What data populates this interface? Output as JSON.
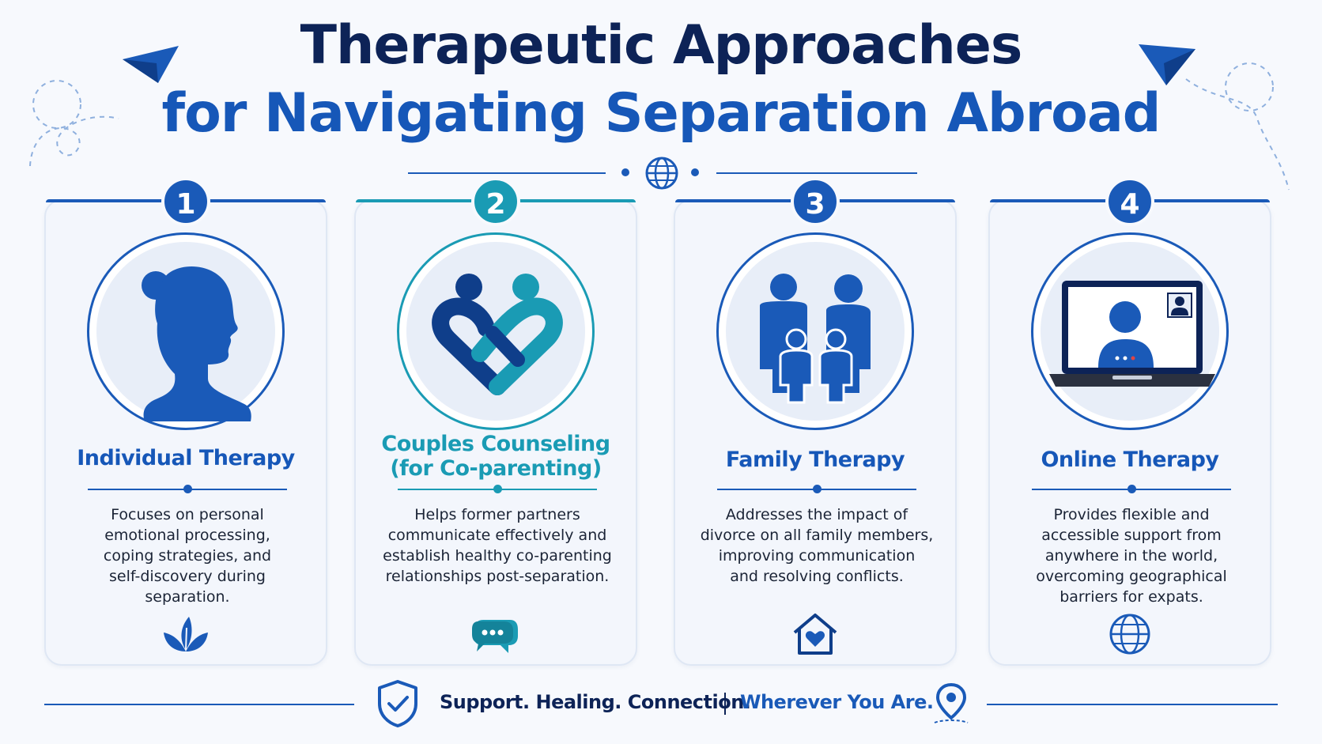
{
  "header": {
    "title_line1": "Therapeutic Approaches",
    "title_line2": "for Navigating Separation Abroad"
  },
  "colors": {
    "navy": "#0d2357",
    "blue": "#1657b8",
    "teal": "#1a9bb4",
    "card_bg": "#f3f6fc"
  },
  "cards": [
    {
      "number": "1",
      "title_lines": [
        "Individual Therapy"
      ],
      "description_lines": [
        "Focuses on personal",
        "emotional processing,",
        "coping strategies, and",
        "self-discovery during",
        "separation."
      ],
      "main_icon": "woman-profile-icon",
      "bottom_icon": "leaf-sprout-icon"
    },
    {
      "number": "2",
      "title_lines": [
        "Couples Counseling",
        "(for Co-parenting)"
      ],
      "description_lines": [
        "Helps former partners",
        "communicate effectively and",
        "establish healthy co-parenting",
        "relationships post-separation."
      ],
      "main_icon": "couple-heart-icon",
      "bottom_icon": "chat-bubbles-icon"
    },
    {
      "number": "3",
      "title_lines": [
        "Family Therapy"
      ],
      "description_lines": [
        "Addresses the impact of",
        "divorce on all family members,",
        "improving communication",
        "and resolving conflicts."
      ],
      "main_icon": "family-group-icon",
      "bottom_icon": "house-heart-icon"
    },
    {
      "number": "4",
      "title_lines": [
        "Online Therapy"
      ],
      "description_lines": [
        "Provides flexible and",
        "accessible support from",
        "anywhere in the world,",
        "overcoming geographical",
        "barriers for expats."
      ],
      "main_icon": "laptop-video-call-icon",
      "bottom_icon": "globe-icon"
    }
  ],
  "footer": {
    "tagline_part1": "Support. Healing. Connection.",
    "tagline_part2": "Wherever You Are.",
    "left_icon": "shield-check-icon",
    "right_icon": "map-pin-icon"
  }
}
